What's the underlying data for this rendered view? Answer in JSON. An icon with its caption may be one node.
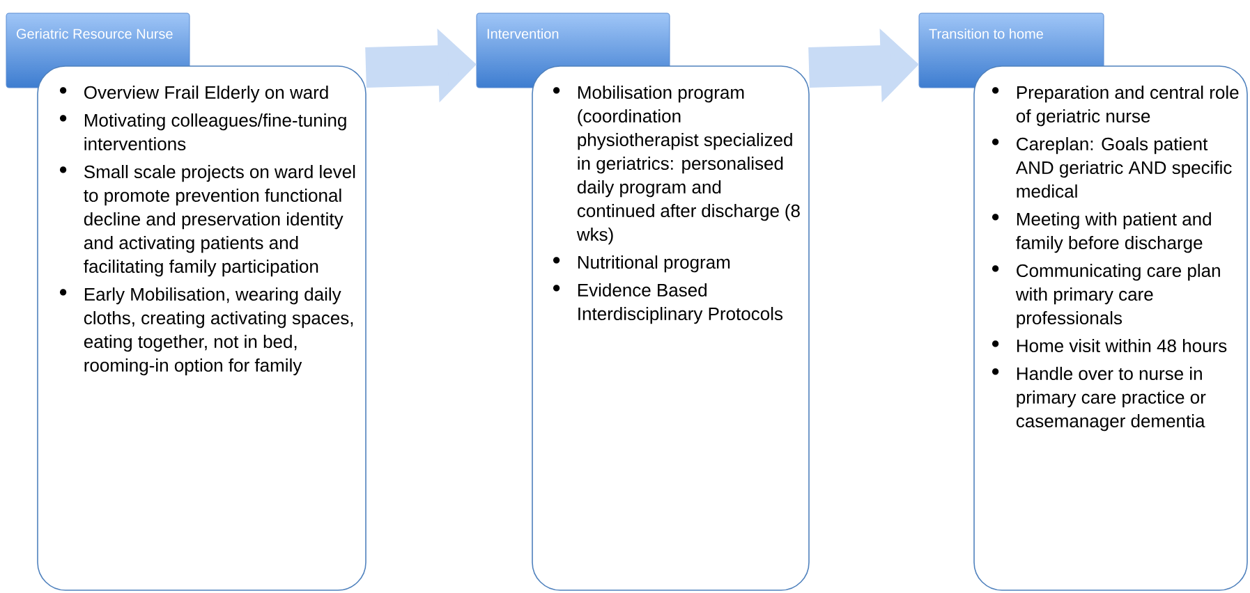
{
  "diagram": {
    "nodes": [
      {
        "text": [
          "Geriatric Resource Nurse"
        ]
      },
      {
        "text": [
          "Overview Frail Elderly on ward",
          "Motivating colleagues/fine-tuning interventions",
          "Small scale projects on ward level to promote prevention functional decline and preservation identity and activating patients and facilitating family participation",
          "Early Mobilisation, wearing daily cloths, creating activating spaces, eating together, not in bed, rooming-in option for family"
        ]
      },
      {
        "text": [
          "Intervention"
        ]
      },
      {
        "text": [
          "Mobilisation program (coordination physiotherapist specialized in geriatrics: personalised daily program and continued after discharge (8 wks)",
          "Nutritional program",
          "Evidence Based Interdisciplinary Protocols"
        ]
      },
      {
        "text": [
          "Transition to home"
        ]
      },
      {
        "text": [
          "Preparation and central role of geriatric nurse",
          "Careplan: Goals patient AND geriatric AND specific medical",
          "Meeting with patient and family before discharge",
          "Communicating care plan with primary care professionals",
          "Home visit within 48 hours",
          "Handle over to nurse in primary care practice or casemanager dementia"
        ]
      }
    ],
    "edges": [
      {
        "from": 1,
        "to": 2,
        "arrow": "to"
      },
      {
        "from": 3,
        "to": 4,
        "arrow": "to"
      }
    ]
  }
}
